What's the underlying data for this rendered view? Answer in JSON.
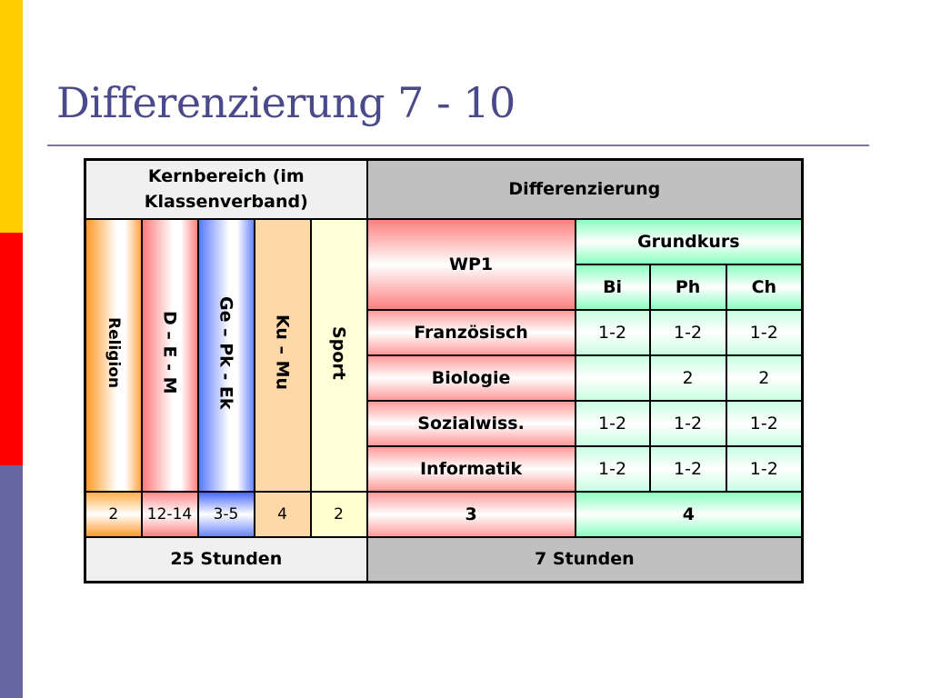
{
  "title": "Differenzierung 7 - 10",
  "colors": {
    "stripe_yellow": "#ffcc00",
    "stripe_red": "#ff0000",
    "stripe_blue": "#6666a0",
    "title": "#4a4a8a"
  },
  "table": {
    "kernbereich_header": "Kernbereich (im Klassenverband)",
    "differenzierung_header": "Differenzierung",
    "subjects": [
      {
        "label": "Religion",
        "hours": "2"
      },
      {
        "label": "D – E - M",
        "hours": "12-14"
      },
      {
        "label": "Ge – Pk - Ek",
        "hours": "3-5"
      },
      {
        "label": "Ku – Mu",
        "hours": "4"
      },
      {
        "label": "Sport",
        "hours": "2"
      }
    ],
    "wp1_label": "WP1",
    "grundkurs_label": "Grundkurs",
    "grundkurs_cols": [
      "Bi",
      "Ph",
      "Ch"
    ],
    "wp1_rows": [
      {
        "name": "Französisch",
        "values": [
          "1-2",
          "1-2",
          "1-2"
        ]
      },
      {
        "name": "Biologie",
        "values": [
          "",
          "2",
          "2"
        ]
      },
      {
        "name": "Sozialwiss.",
        "values": [
          "1-2",
          "1-2",
          "1-2"
        ]
      },
      {
        "name": "Informatik",
        "values": [
          "1-2",
          "1-2",
          "1-2"
        ]
      }
    ],
    "wp1_hours": "3",
    "grundkurs_hours": "4",
    "kern_total": "25 Stunden",
    "diff_total": "7 Stunden"
  }
}
